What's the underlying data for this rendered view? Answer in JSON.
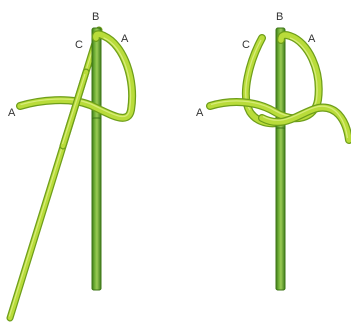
{
  "diagram": {
    "step1": {
      "labels": {
        "end_a_left": "A",
        "end_a_loop": "A",
        "top_b": "B",
        "end_c": "C"
      }
    },
    "step2": {
      "labels": {
        "end_a_left": "A",
        "end_a_loop": "A",
        "top_b": "B",
        "end_c": "C"
      }
    }
  },
  "colors": {
    "stick_outer": "#4a8a1f",
    "stick_inner": "#7cb83a",
    "stick_highlight": "#a4d45c",
    "rope_outer": "#6e9e1a",
    "rope_inner": "#b9dc3a",
    "rope_highlight": "#dff08a"
  }
}
